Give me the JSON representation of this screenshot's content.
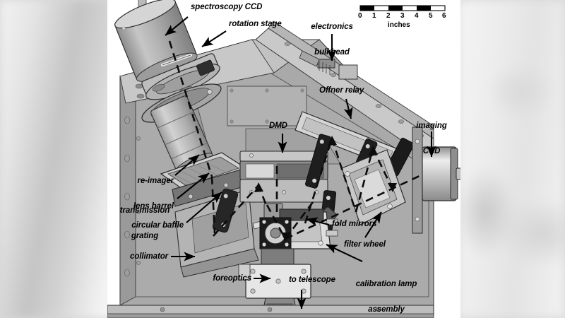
{
  "figure": {
    "kind": "engineering-cutaway-diagram",
    "subject": "spectrograph instrument internal layout",
    "background_color": "#ffffff",
    "body_color": "#a8a8a8",
    "line_color": "#1a1a1a"
  },
  "scale_bar": {
    "unit_label": "inches",
    "ticks": [
      "0",
      "1",
      "2",
      "3",
      "4",
      "5",
      "6"
    ],
    "segments": 6,
    "fill_dark": "#000000",
    "fill_light": "#ffffff"
  },
  "callouts": [
    {
      "id": "spectroscopy-ccd",
      "text": "spectroscopy CCD",
      "lines": [
        "spectroscopy CCD"
      ]
    },
    {
      "id": "rotation-stage",
      "text": "rotation stage",
      "lines": [
        "rotation stage"
      ]
    },
    {
      "id": "electronics-bulkhead",
      "text": "electronics bulkhead",
      "lines": [
        "electronics",
        "bulkhead"
      ]
    },
    {
      "id": "offner-relay",
      "text": "Offner relay",
      "lines": [
        "Offner relay"
      ]
    },
    {
      "id": "imaging-ccd",
      "text": "imaging CCD",
      "lines": [
        "imaging",
        "CCD"
      ]
    },
    {
      "id": "dmd",
      "text": "DMD",
      "lines": [
        "DMD"
      ]
    },
    {
      "id": "re-imager-lens-barrel",
      "text": "re-imager lens barrel",
      "lines": [
        "re-imager",
        "lens barrel"
      ]
    },
    {
      "id": "transmission-grating",
      "text": "transmission grating",
      "lines": [
        "transmission",
        "grating"
      ]
    },
    {
      "id": "circular-baffle",
      "text": "circular baffle",
      "lines": [
        "circular baffle"
      ]
    },
    {
      "id": "collimator",
      "text": "collimator",
      "lines": [
        "collimator"
      ]
    },
    {
      "id": "foreoptics",
      "text": "foreoptics",
      "lines": [
        "foreoptics"
      ]
    },
    {
      "id": "to-telescope",
      "text": "to telescope",
      "lines": [
        "to telescope"
      ]
    },
    {
      "id": "fold-mirrors",
      "text": "fold mirrors",
      "lines": [
        "fold mirrors"
      ]
    },
    {
      "id": "filter-wheel",
      "text": "filter wheel",
      "lines": [
        "filter wheel"
      ]
    },
    {
      "id": "calibration-lamp",
      "text": "calibration lamp assembly",
      "lines": [
        "calibration lamp",
        "assembly"
      ]
    }
  ],
  "labels": {
    "spectroscopy_ccd": "spectroscopy CCD",
    "rotation_stage": "rotation stage",
    "electronics_bulkhead_1": "electronics",
    "electronics_bulkhead_2": "bulkhead",
    "offner_relay": "Offner relay",
    "imaging_ccd_1": "imaging",
    "imaging_ccd_2": "CCD",
    "dmd": "DMD",
    "reimager_1": "re-imager",
    "reimager_2": "lens barrel",
    "grating_1": "transmission",
    "grating_2": "grating",
    "circular_baffle": "circular baffle",
    "collimator": "collimator",
    "foreoptics": "foreoptics",
    "to_telescope": "to telescope",
    "fold_mirrors": "fold mirrors",
    "filter_wheel": "filter wheel",
    "calibration_1": "calibration lamp",
    "calibration_2": "assembly",
    "scale_unit": "inches",
    "tick0": "0",
    "tick1": "1",
    "tick2": "2",
    "tick3": "3",
    "tick4": "4",
    "tick5": "5",
    "tick6": "6"
  }
}
